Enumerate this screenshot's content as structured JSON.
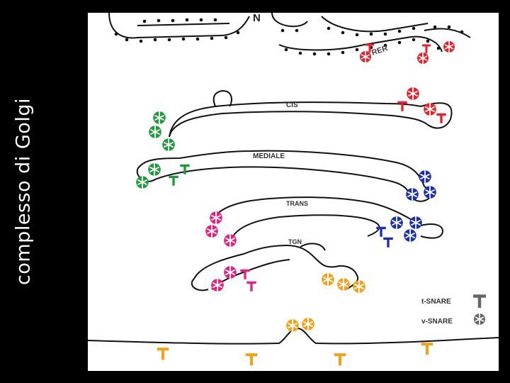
{
  "title": "complesso di Golgi",
  "labels": {
    "nucleus": "N",
    "rer": "RER",
    "cis": "CIS",
    "medial": "MEDIALE",
    "trans": "TRANS",
    "tgn": "TGN"
  },
  "legend": {
    "t_snare": "t-SNARE",
    "v_snare": "v-SNARE"
  },
  "colors": {
    "red": "#e8202a",
    "green": "#1f9a3a",
    "blue": "#1b2fa8",
    "magenta": "#e2237e",
    "orange": "#f0a21c",
    "membrane": "#111111",
    "legend_grey": "#666666"
  }
}
